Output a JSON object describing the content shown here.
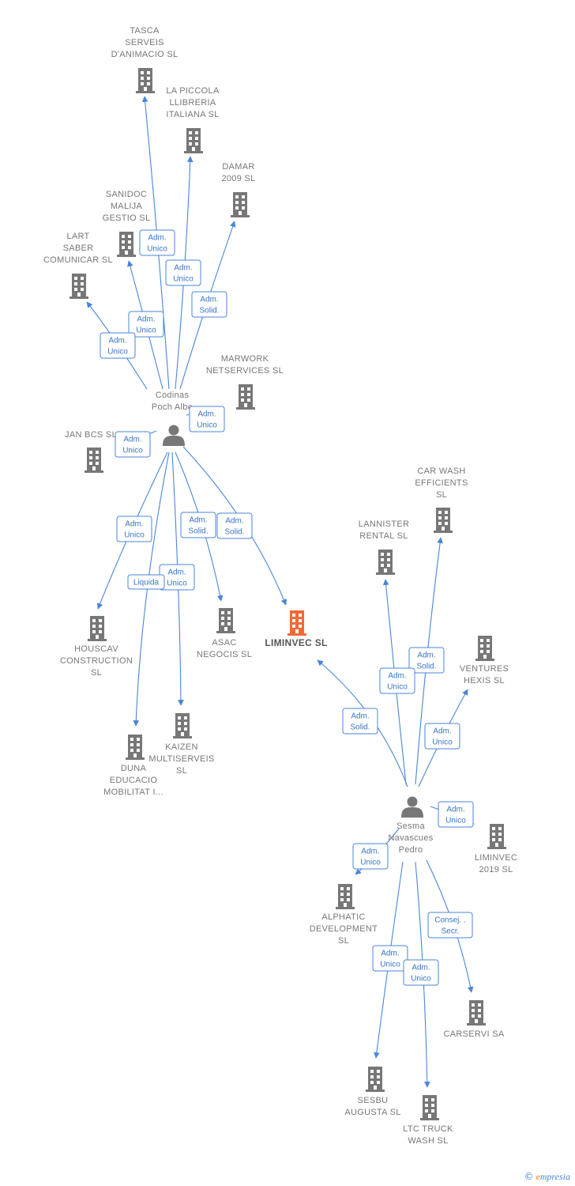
{
  "persons": [
    {
      "id": "codinas",
      "lines": [
        "Codinas",
        "Poch Albe"
      ]
    },
    {
      "id": "sesma",
      "lines": [
        "Sesma",
        "Navascues",
        "Pedro"
      ]
    }
  ],
  "companies": [
    {
      "id": "tasca",
      "lines": [
        "TASCA",
        "SERVEIS",
        "D'ANIMACIO SL"
      ],
      "target": false
    },
    {
      "id": "piccola",
      "lines": [
        "LA PICCOLA",
        "LLIBRERIA",
        "ITALIANA  SL"
      ],
      "target": false
    },
    {
      "id": "damar",
      "lines": [
        "DAMAR",
        "2009 SL"
      ],
      "target": false
    },
    {
      "id": "sanidoc",
      "lines": [
        "SANIDOC",
        "MALIJA",
        "GESTIO  SL"
      ],
      "target": false
    },
    {
      "id": "lart",
      "lines": [
        "LART",
        "SABER",
        "COMUNICAR SL"
      ],
      "target": false
    },
    {
      "id": "marwork",
      "lines": [
        "MARWORK",
        "NETSERVICES SL"
      ],
      "target": false
    },
    {
      "id": "janbcs",
      "lines": [
        "JAN BCS SL"
      ],
      "target": false
    },
    {
      "id": "houscav",
      "lines": [
        "HOUSCAV",
        "CONSTRUCTION",
        "SL"
      ],
      "target": false
    },
    {
      "id": "asac",
      "lines": [
        "ASAC",
        "NEGOCIS  SL"
      ],
      "target": false
    },
    {
      "id": "liminvec",
      "lines": [
        "LIMINVEC  SL"
      ],
      "target": true
    },
    {
      "id": "kaizen",
      "lines": [
        "KAIZEN",
        "MULTISERVEIS",
        "SL"
      ],
      "target": false
    },
    {
      "id": "duna",
      "lines": [
        "DUNA",
        "EDUCACIO",
        "MOBILITAT I..."
      ],
      "target": false
    },
    {
      "id": "carwash",
      "lines": [
        "CAR WASH",
        "EFFICIENTS",
        "SL"
      ],
      "target": false
    },
    {
      "id": "lannister",
      "lines": [
        "LANNISTER",
        "RENTAL  SL"
      ],
      "target": false
    },
    {
      "id": "ventures",
      "lines": [
        "VENTURES",
        "HEXIS  SL"
      ],
      "target": false
    },
    {
      "id": "liminvec2019",
      "lines": [
        "LIMINVEC",
        "2019  SL"
      ],
      "target": false
    },
    {
      "id": "alphatic",
      "lines": [
        "ALPHATIC",
        "DEVELOPMENT",
        "SL"
      ],
      "target": false
    },
    {
      "id": "carservi",
      "lines": [
        "CARSERVI SA"
      ],
      "target": false
    },
    {
      "id": "sesbu",
      "lines": [
        "SESBU",
        "AUGUSTA  SL"
      ],
      "target": false
    },
    {
      "id": "ltctruck",
      "lines": [
        "LTC TRUCK",
        "WASH  SL"
      ],
      "target": false
    }
  ],
  "relations": [
    {
      "from": "codinas",
      "to": "tasca",
      "lines": [
        "Adm.",
        "Unico"
      ]
    },
    {
      "from": "codinas",
      "to": "piccola",
      "lines": [
        "Adm.",
        "Unico"
      ]
    },
    {
      "from": "codinas",
      "to": "damar",
      "lines": [
        "Adm.",
        "Solid."
      ]
    },
    {
      "from": "codinas",
      "to": "sanidoc",
      "lines": [
        "Adm.",
        "Unico"
      ]
    },
    {
      "from": "codinas",
      "to": "lart",
      "lines": [
        "Adm.",
        "Unico"
      ]
    },
    {
      "from": "codinas",
      "to": "marwork",
      "lines": [
        "Adm.",
        "Unico"
      ]
    },
    {
      "from": "codinas",
      "to": "janbcs",
      "lines": [
        "Adm.",
        "Unico"
      ]
    },
    {
      "from": "codinas",
      "to": "houscav",
      "lines": [
        "Adm.",
        "Unico"
      ]
    },
    {
      "from": "codinas",
      "to": "asac",
      "lines": [
        "Adm.",
        "Solid."
      ]
    },
    {
      "from": "codinas",
      "to": "liminvec",
      "lines": [
        "Adm.",
        "Solid."
      ]
    },
    {
      "from": "codinas",
      "to": "kaizen",
      "lines": [
        "Adm.",
        "Unico"
      ]
    },
    {
      "from": "codinas",
      "to": "duna",
      "lines": [
        "Liquida"
      ]
    },
    {
      "from": "sesma",
      "to": "carwash",
      "lines": [
        "Adm.",
        "Solid."
      ]
    },
    {
      "from": "sesma",
      "to": "lannister",
      "lines": [
        "Adm.",
        "Unico"
      ]
    },
    {
      "from": "sesma",
      "to": "ventures",
      "lines": [
        "Adm.",
        "Unico"
      ]
    },
    {
      "from": "sesma",
      "to": "liminvec",
      "lines": [
        "Adm.",
        "Solid."
      ]
    },
    {
      "from": "sesma",
      "to": "liminvec2019",
      "lines": [
        "Adm.",
        "Unico"
      ]
    },
    {
      "from": "sesma",
      "to": "alphatic",
      "lines": [
        "Adm.",
        "Unico"
      ]
    },
    {
      "from": "sesma",
      "to": "carservi",
      "lines": [
        "Consej. .",
        "Secr."
      ]
    },
    {
      "from": "sesma",
      "to": "sesbu",
      "lines": [
        "Adm.",
        "Unico"
      ]
    },
    {
      "from": "sesma",
      "to": "ltctruck",
      "lines": [
        "Adm.",
        "Unico"
      ]
    }
  ],
  "colors": {
    "edge": "#4a86d8",
    "building": "#777777",
    "target": "#f26a35",
    "person": "#777777"
  },
  "footer": {
    "copyright": "©",
    "brand_first": "e",
    "brand_rest": "mpresia"
  }
}
